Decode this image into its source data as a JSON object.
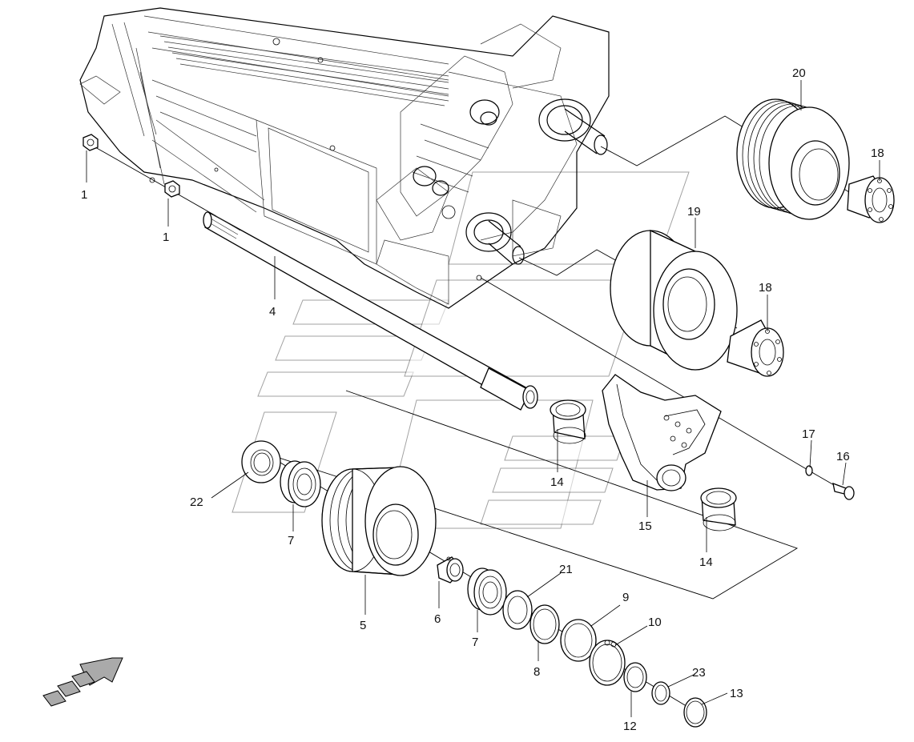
{
  "figure": "Exploded parts diagram - drive shaft and pulley assembly",
  "parts": [
    {
      "id": "nut-1a",
      "number": "1"
    },
    {
      "id": "nut-1b",
      "number": "1"
    },
    {
      "id": "shaft-4",
      "number": "4"
    },
    {
      "id": "pulley-5",
      "number": "5"
    },
    {
      "id": "collar-6",
      "number": "6"
    },
    {
      "id": "bearing-7a",
      "number": "7"
    },
    {
      "id": "bearing-7b",
      "number": "7"
    },
    {
      "id": "ring-8",
      "number": "8"
    },
    {
      "id": "ring-9",
      "number": "9"
    },
    {
      "id": "circlip-10",
      "number": "10"
    },
    {
      "id": "ring-12",
      "number": "12"
    },
    {
      "id": "circlip-13",
      "number": "13"
    },
    {
      "id": "bushing-14a",
      "number": "14"
    },
    {
      "id": "bushing-14b",
      "number": "14"
    },
    {
      "id": "bracket-15",
      "number": "15"
    },
    {
      "id": "bolt-16",
      "number": "16"
    },
    {
      "id": "washer-17",
      "number": "17"
    },
    {
      "id": "hub-18a",
      "number": "18"
    },
    {
      "id": "hub-18b",
      "number": "18"
    },
    {
      "id": "pulley-19",
      "number": "19"
    },
    {
      "id": "pulley-20",
      "number": "20"
    },
    {
      "id": "ring-21",
      "number": "21"
    },
    {
      "id": "seal-22",
      "number": "22"
    },
    {
      "id": "ring-23",
      "number": "23"
    }
  ],
  "orientation_icon": "direction-arrow-icon"
}
